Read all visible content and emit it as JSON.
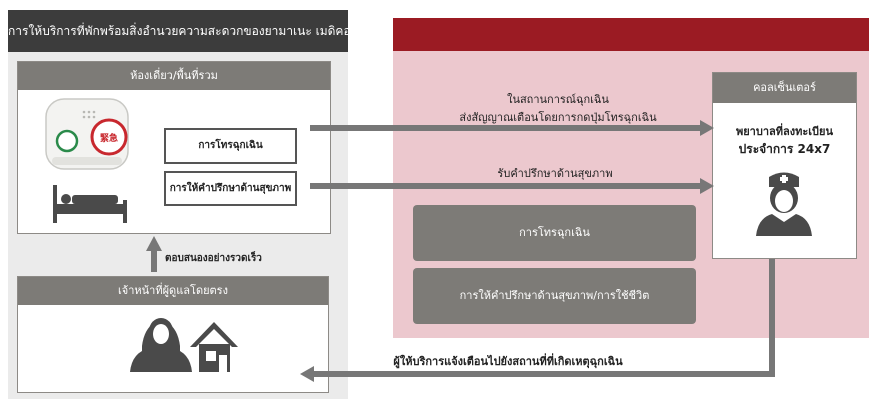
{
  "left": {
    "title": "การให้บริการที่พักพร้อมสิ่งอำนวยความสะดวกของยามาเนะ เมดิคอล",
    "room_header": "ห้องเดี่ยว/พื้นที่รวม",
    "emergency_button": "การโทรฉุกเฉิน",
    "consult_button": "การให้คำปรึกษาด้านสุขภาพ",
    "device_badge": "緊急",
    "respond_label": "ตอบสนองอย่างรวดเร็ว",
    "staff_header": "เจ้าหน้าที่ผู้ดูแลโดยตรง"
  },
  "center": {
    "emergency_line1": "ในสถานการณ์ฉุกเฉิน",
    "emergency_line2": "ส่งสัญญาณเตือนโดยการกดปุ่มโทรฉุกเฉิน",
    "health_label": "รับคำปรึกษาด้านสุขภาพ",
    "notify_label": "ผู้ให้บริการแจ้งเตือนไปยังสถานที่ที่เกิดเหตุฉุกเฉิน"
  },
  "right": {
    "call_header": "คอลเซ็นเตอร์",
    "nurse_line1": "พยาบาลที่ลงทะเบียน",
    "nurse_line2": "ประจำการ 24x7",
    "service_emergency": "การโทรฉุกเฉิน",
    "service_consult": "การให้คำปรึกษาด้านสุขภาพ/การใช้ชีวิต"
  },
  "colors": {
    "dark_header": "#3c3c3c",
    "gray_header": "#7d7b77",
    "accent_red": "#9b1b23",
    "panel_pink": "#ecc8ce"
  }
}
